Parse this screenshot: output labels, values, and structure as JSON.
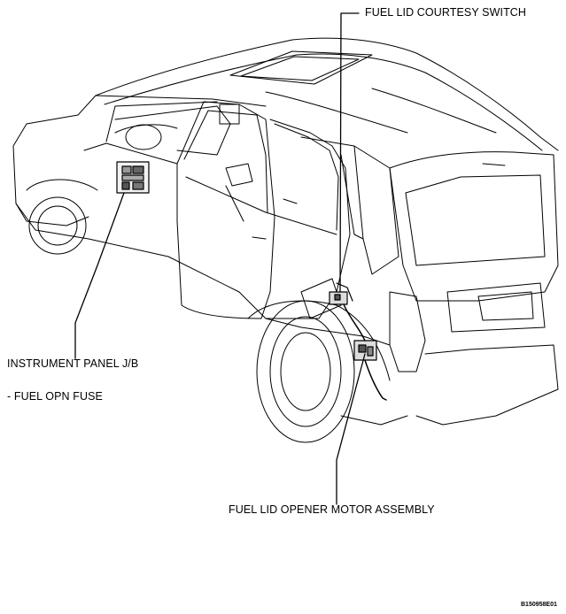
{
  "labels": {
    "fuel_lid_courtesy_switch": "FUEL LID COURTESY SWITCH",
    "instrument_panel_jb": "INSTRUMENT PANEL J/B",
    "fuel_opn_fuse": "- FUEL OPN FUSE",
    "fuel_lid_opener_motor": "FUEL LID OPENER MOTOR ASSEMBLY"
  },
  "figure_code": "B150958E01",
  "icons": [
    "vehicle-outline-icon",
    "junction-block-icon",
    "courtesy-switch-icon",
    "opener-motor-icon"
  ]
}
